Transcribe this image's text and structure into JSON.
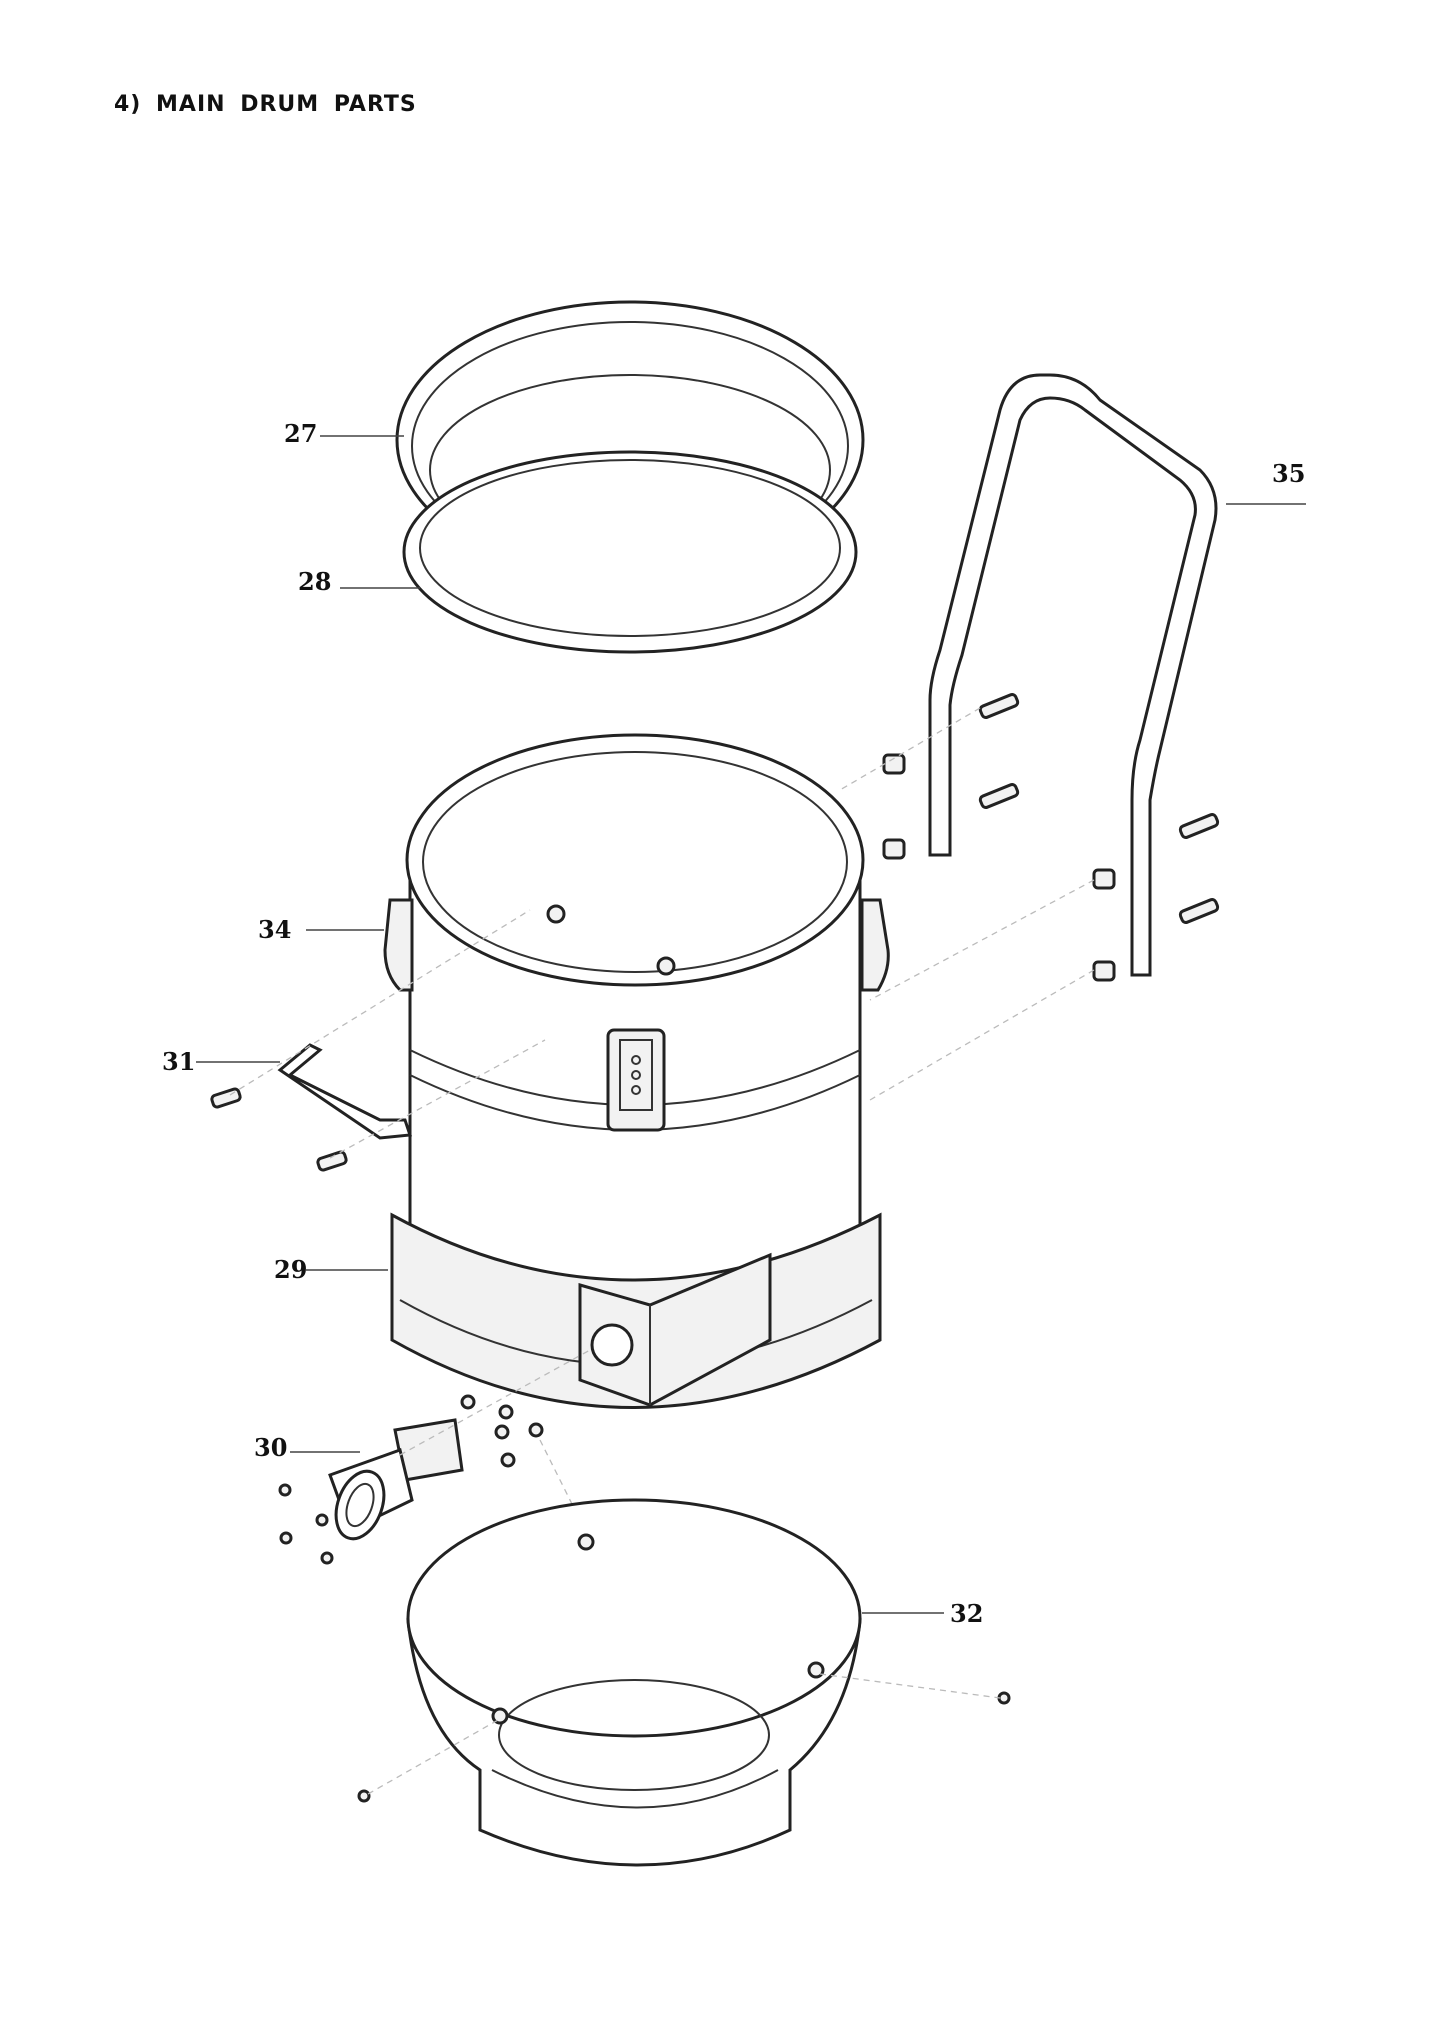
{
  "page": {
    "heading": "4) MAIN DRUM PARTS"
  },
  "callouts": {
    "c27": "27",
    "c28": "28",
    "c29": "29",
    "c30": "30",
    "c31": "31",
    "c32": "32",
    "c34": "34",
    "c35": "35"
  }
}
